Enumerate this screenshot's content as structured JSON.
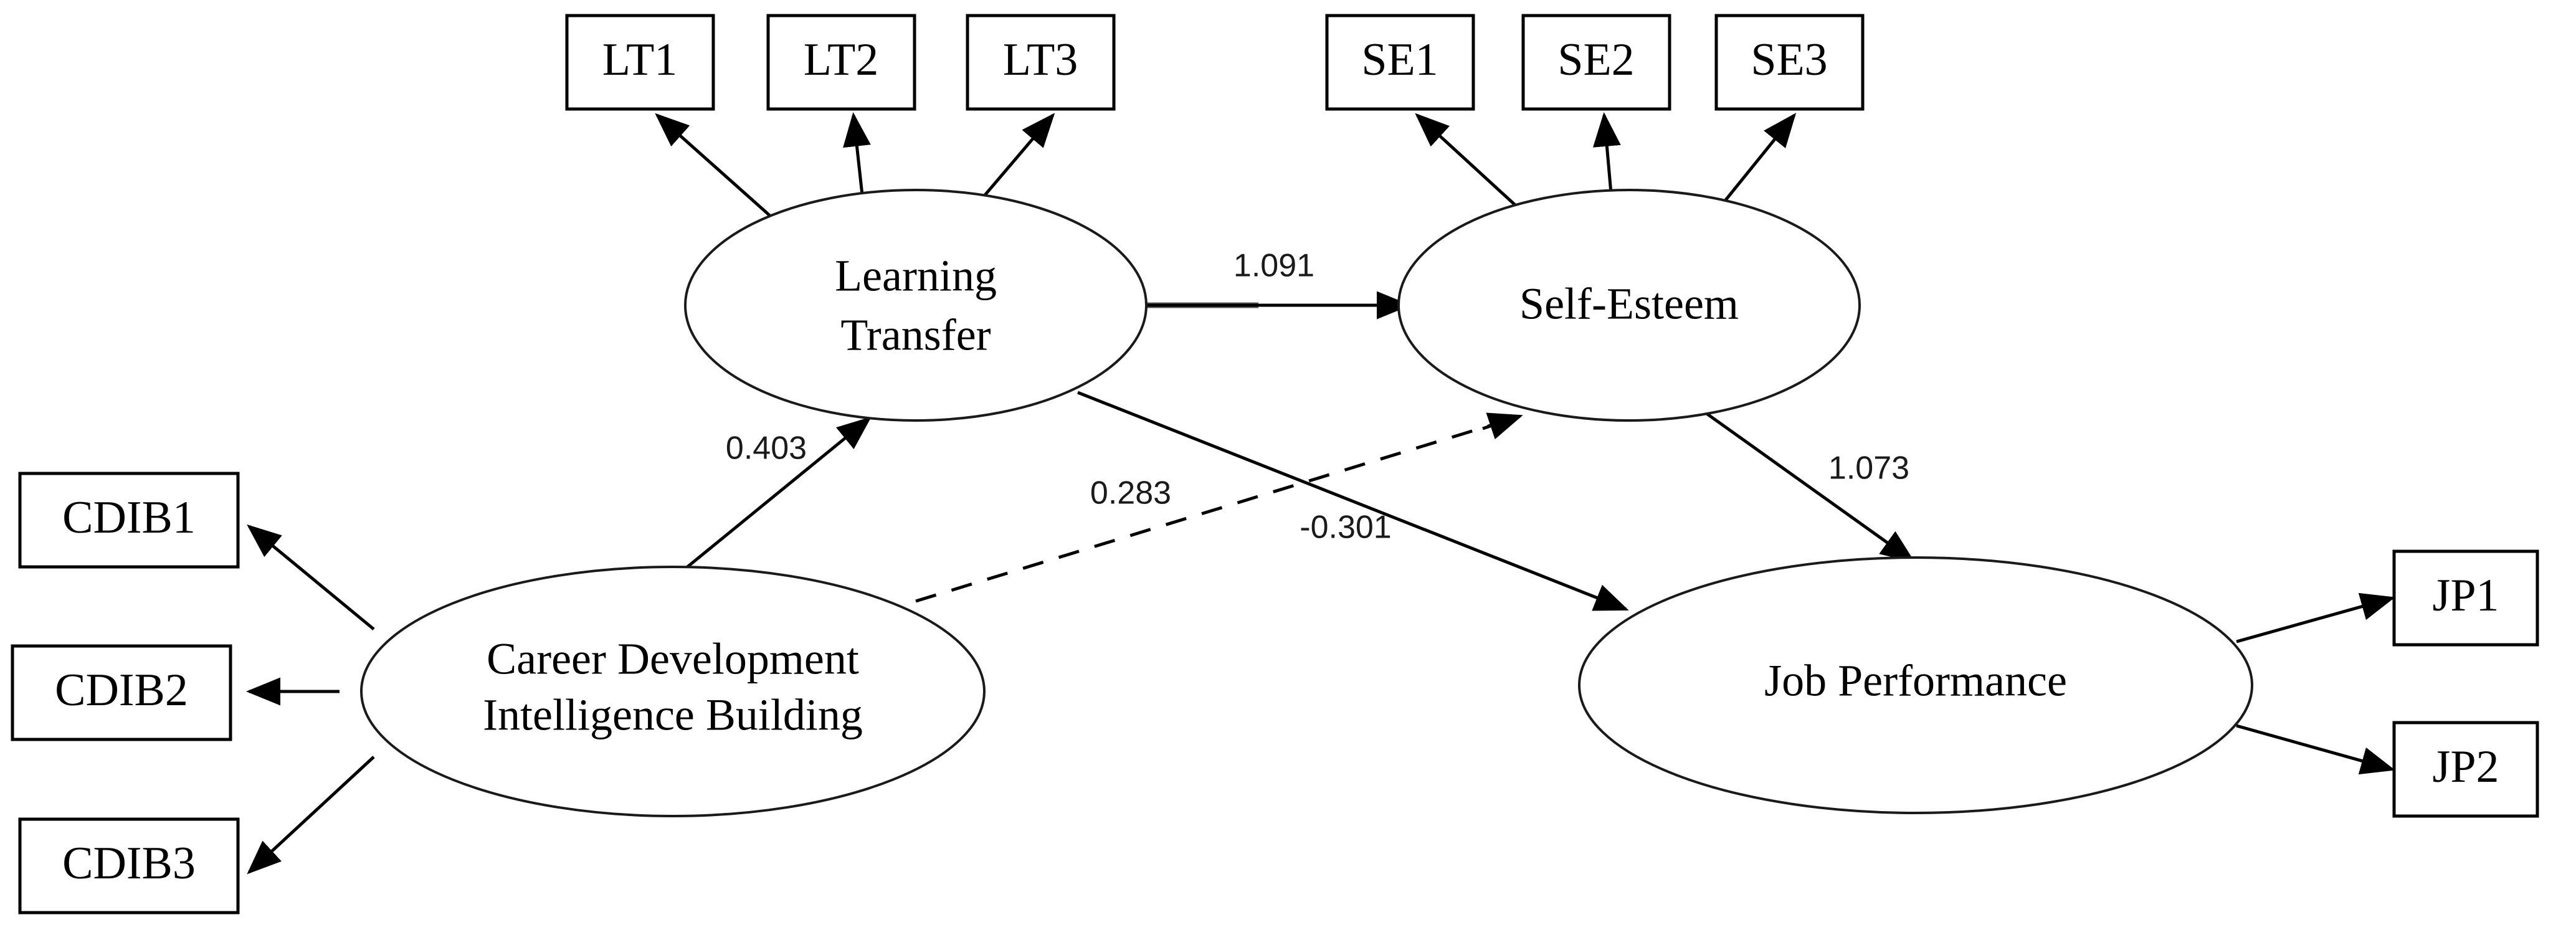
{
  "diagram": {
    "type": "structural-equation-model-path-diagram",
    "title": "",
    "background_color": "#ffffff",
    "line_color": "#000000",
    "emphasis_line_color": "#555555"
  },
  "latent_variables": [
    {
      "id": "learning-transfer",
      "label_lines": [
        "Learning",
        "Transfer"
      ],
      "label_full": "Learning Transfer",
      "shape": "ellipse"
    },
    {
      "id": "self-esteem",
      "label_lines": [
        "Self-Esteem"
      ],
      "label_full": "Self-Esteem",
      "shape": "ellipse"
    },
    {
      "id": "career-development-intelligence-building",
      "label_lines": [
        "Career Development",
        "Intelligence Building"
      ],
      "label_full": "Career Development Intelligence Building",
      "shape": "ellipse"
    },
    {
      "id": "job-performance",
      "label_lines": [
        "Job Performance"
      ],
      "label_full": "Job Performance",
      "shape": "ellipse"
    }
  ],
  "indicators": {
    "learning_transfer": [
      "LT1",
      "LT2",
      "LT3"
    ],
    "self_esteem": [
      "SE1",
      "SE2",
      "SE3"
    ],
    "career_development": [
      "CDIB1",
      "CDIB2",
      "CDIB3"
    ],
    "job_performance": [
      "JP1",
      "JP2"
    ]
  },
  "paths": [
    {
      "id": "lt-to-se",
      "from": "Learning Transfer",
      "to": "Self-Esteem",
      "coefficient": "1.091",
      "style": "solid-thick"
    },
    {
      "id": "cdib-to-lt",
      "from": "Career Development Intelligence Building",
      "to": "Learning Transfer",
      "coefficient": "0.403",
      "style": "solid"
    },
    {
      "id": "cdib-to-se",
      "from": "Career Development Intelligence Building",
      "to": "Self-Esteem",
      "coefficient": "0.283",
      "style": "dashed"
    },
    {
      "id": "lt-to-jp",
      "from": "Learning Transfer",
      "to": "Job Performance",
      "coefficient": "-0.301",
      "style": "solid"
    },
    {
      "id": "se-to-jp",
      "from": "Self-Esteem",
      "to": "Job Performance",
      "coefficient": "1.073",
      "style": "solid"
    }
  ],
  "coefficient_labels": {
    "lt_se": "1.091",
    "cdib_lt": "0.403",
    "cdib_se": "0.283",
    "lt_jp": "-0.301",
    "se_jp": "1.073"
  },
  "boxes": {
    "lt1": "LT1",
    "lt2": "LT2",
    "lt3": "LT3",
    "se1": "SE1",
    "se2": "SE2",
    "se3": "SE3",
    "cdib1": "CDIB1",
    "cdib2": "CDIB2",
    "cdib3": "CDIB3",
    "jp1": "JP1",
    "jp2": "JP2"
  },
  "ellipse_text": {
    "lt_line1": "Learning",
    "lt_line2": "Transfer",
    "se_line1": "Self-Esteem",
    "cdib_line1": "Career Development",
    "cdib_line2": "Intelligence Building",
    "jp_line1": "Job Performance"
  }
}
